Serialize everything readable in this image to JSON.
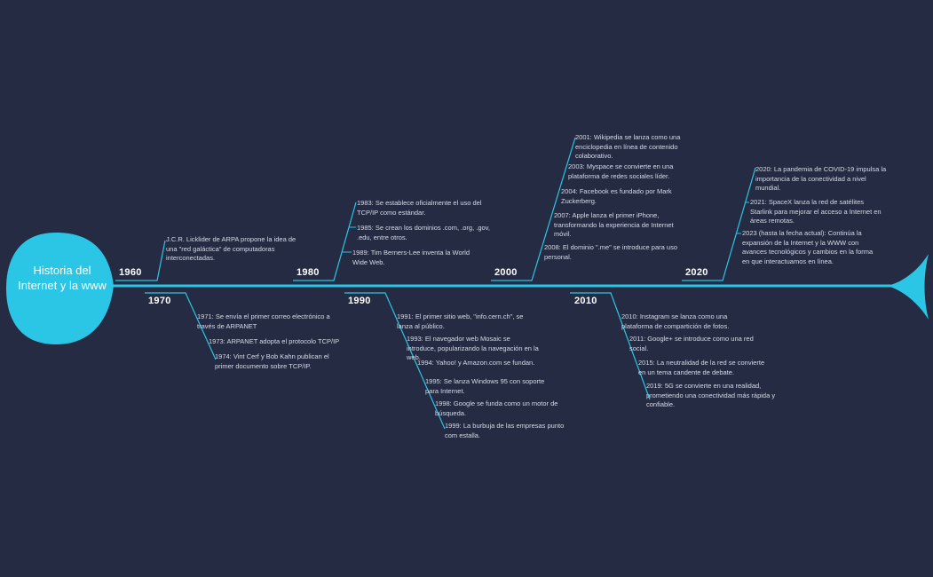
{
  "title": "Historia del Internet y la www",
  "colors": {
    "background": "#252b42",
    "accent": "#2bc6e6",
    "event_text": "#d6dbe8",
    "label_text": "#ffffff"
  },
  "decades": [
    {
      "label": "1960",
      "side": "top",
      "events": [
        "J.C.R. Licklider de ARPA propone la idea de una \"red galáctica\" de computadoras interconectadas."
      ]
    },
    {
      "label": "1970",
      "side": "bottom",
      "events": [
        "1971: Se envía el primer correo electrónico a través de ARPANET",
        "1973: ARPANET adopta el protocolo TCP/IP",
        "1974: Vint Cerf y Bob Kahn publican el primer documento sobre TCP/IP."
      ]
    },
    {
      "label": "1980",
      "side": "top",
      "events": [
        "1983: Se establece oficialmente el uso del TCP/IP como estándar.",
        "1985: Se crean los dominios .com, .org, .gov, .edu, entre otros.",
        "1989: Tim Berners-Lee inventa la World Wide Web."
      ]
    },
    {
      "label": "1990",
      "side": "bottom",
      "events": [
        "1991: El primer sitio web, \"info.cern.ch\", se lanza al público.",
        "1993: El navegador web Mosaic se introduce, popularizando la navegación en la web.",
        "1994: Yahoo! y Amazon.com se fundan.",
        "1995: Se lanza Windows 95 con soporte para Internet.",
        "1998: Google se funda como un motor de búsqueda.",
        "1999: La burbuja de las empresas punto com estalla."
      ]
    },
    {
      "label": "2000",
      "side": "top",
      "events": [
        "2001: Wikipedia se lanza como una enciclopedia en línea de contenido colaborativo.",
        "2003: Myspace se convierte en una plataforma de redes sociales líder.",
        "2004: Facebook es fundado por Mark Zuckerberg.",
        "2007: Apple lanza el primer iPhone, transformando la experiencia de Internet móvil.",
        "2008: El dominio \".me\" se introduce para uso personal."
      ]
    },
    {
      "label": "2010",
      "side": "bottom",
      "events": [
        "2010: Instagram se lanza como una plataforma de compartición de fotos.",
        "2011: Google+ se introduce como una red social.",
        "2015: La neutralidad de la red se convierte en un tema candente de debate.",
        "2019: 5G se convierte en una realidad, prometiendo una conectividad más rápida y confiable."
      ]
    },
    {
      "label": "2020",
      "side": "top",
      "events": [
        "2020: La pandemia de COVID-19 impulsa la importancia de la conectividad a nivel mundial.",
        "2021: SpaceX lanza la red de satélites Starlink para mejorar el acceso a Internet en áreas remotas.",
        "2023 (hasta la fecha actual): Continúa la expansión de la Internet y la WWW con avances tecnológicos y cambios en la forma en que interactuamos en línea."
      ]
    }
  ]
}
